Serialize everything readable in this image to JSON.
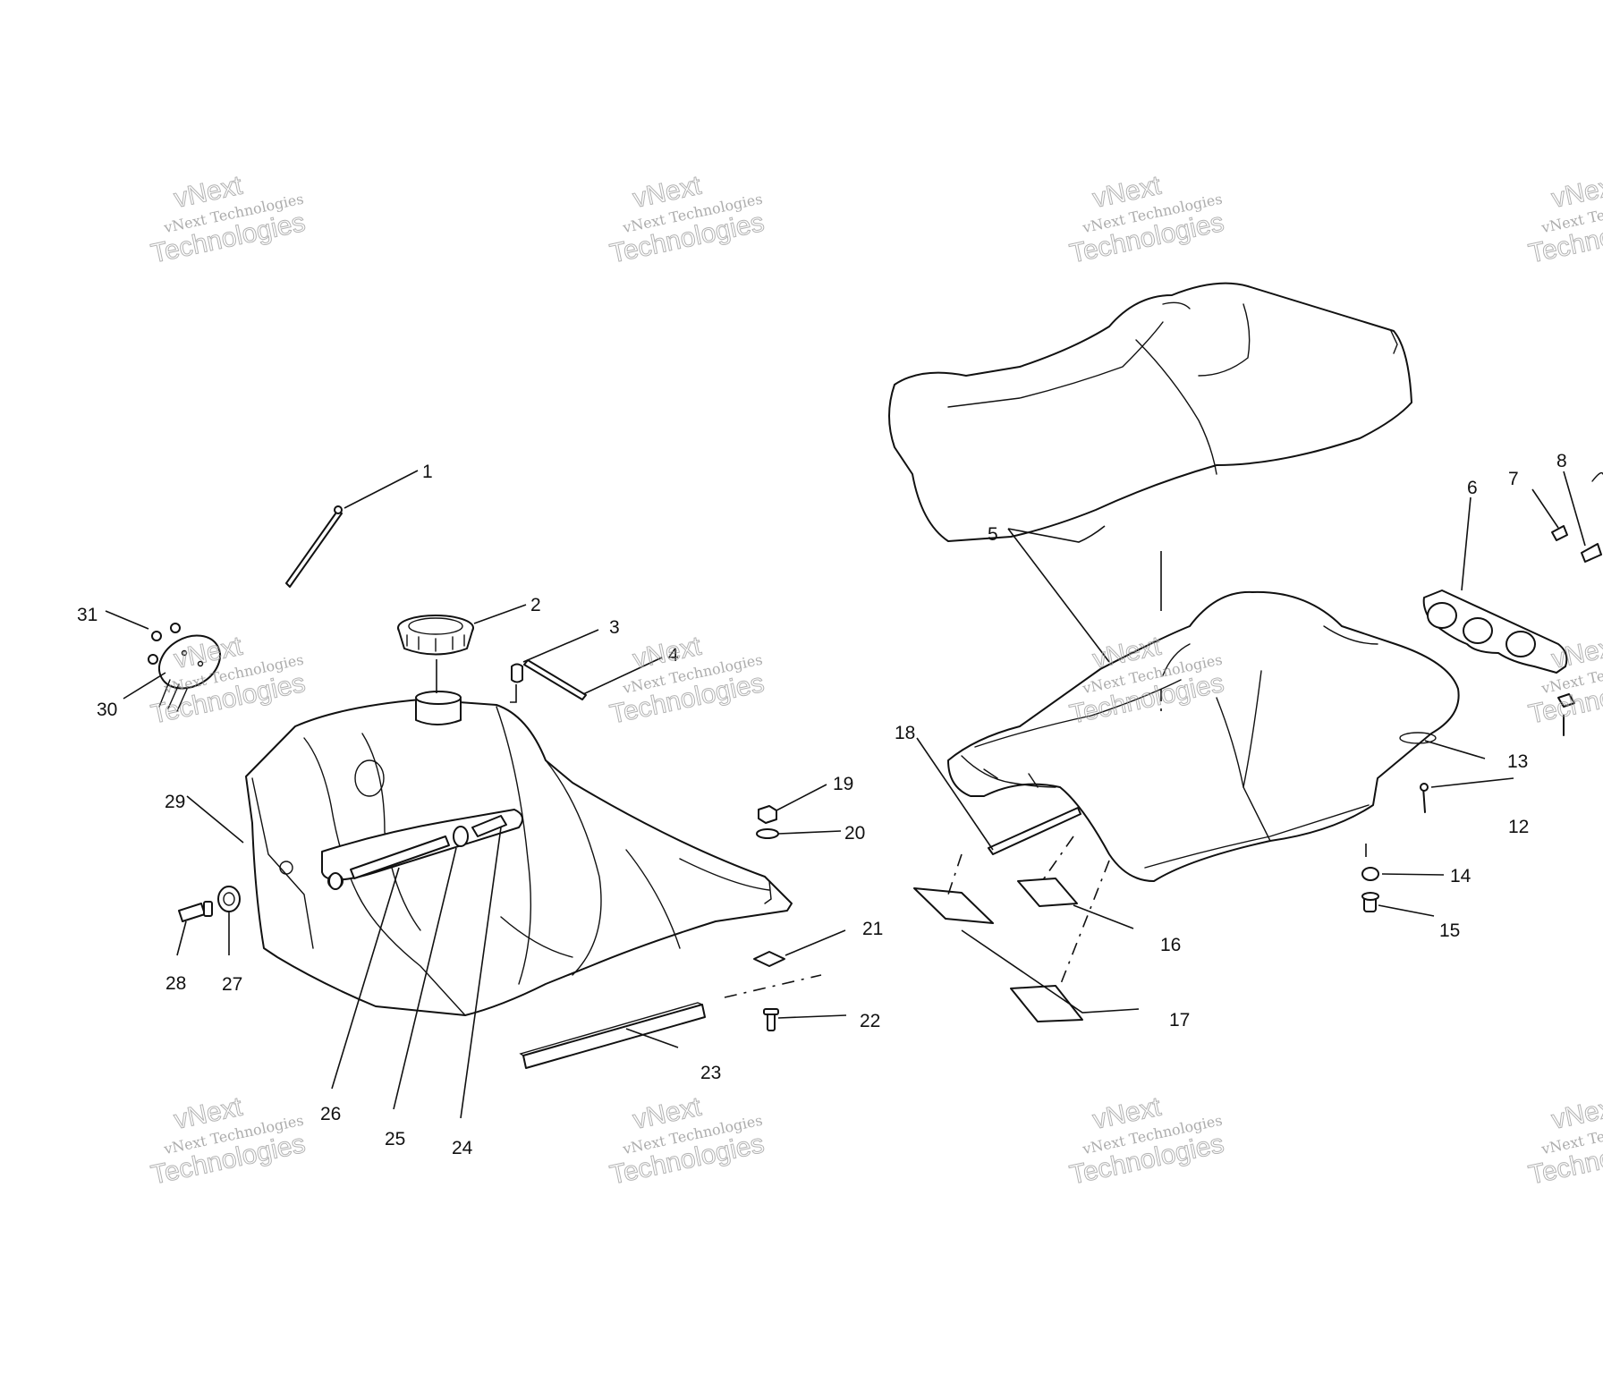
{
  "watermark": {
    "line_small": "vNext Technologies",
    "line_big_1": "vNext",
    "line_big_2": "Technologies"
  },
  "callouts": [
    "1",
    "2",
    "3",
    "4",
    "5",
    "6",
    "7",
    "8",
    "12",
    "13",
    "14",
    "15",
    "16",
    "17",
    "18",
    "19",
    "20",
    "21",
    "22",
    "23",
    "24",
    "25",
    "26",
    "27",
    "28",
    "29",
    "30",
    "31"
  ],
  "colors": {
    "ink": "#111111",
    "watermark": "#9a9a9a",
    "background": "#ffffff"
  }
}
